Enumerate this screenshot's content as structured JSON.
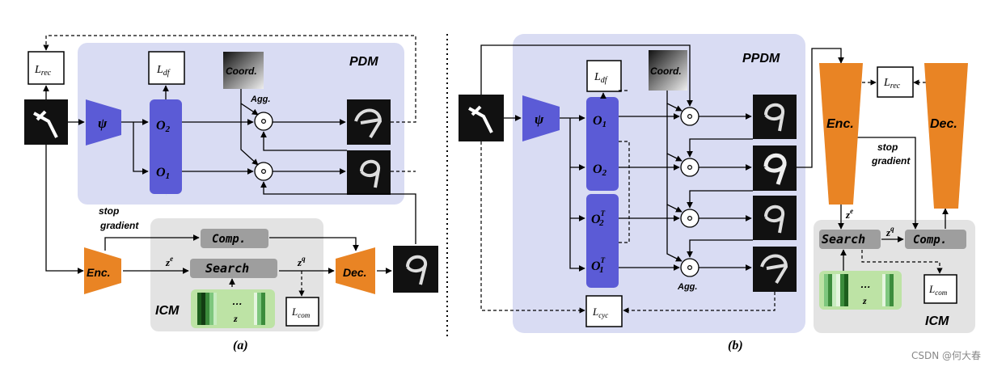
{
  "panel_a": {
    "module_title": "PDM",
    "caption": "(a)",
    "losses": {
      "rec": "L",
      "rec_sub": "rec",
      "df": "L",
      "df_sub": "df",
      "com": "L",
      "com_sub": "com"
    },
    "coord": "Coord.",
    "agg": "Agg.",
    "psi": "ψ",
    "o2": "O",
    "o2_sub": "2",
    "o1": "O",
    "o1_sub": "1",
    "stop_gradient_1": "stop",
    "stop_gradient_2": "gradient",
    "comp": "Comp.",
    "search": "Search",
    "enc": "Enc.",
    "dec": "Dec.",
    "ze": "z",
    "ze_sup": "e",
    "zq": "z",
    "zq_sup": "q",
    "icm": "ICM",
    "codebook_dots": "…",
    "codebook_z": "z"
  },
  "panel_b": {
    "module_title": "PPDM",
    "caption": "(b)",
    "losses": {
      "df": "L",
      "df_sub": "df",
      "rec": "L",
      "rec_sub": "rec",
      "com": "L",
      "com_sub": "com",
      "cyc": "L",
      "cyc_sub": "cyc"
    },
    "coord": "Coord.",
    "agg": "Agg.",
    "psi": "ψ",
    "o1": "O",
    "o1_sub": "1",
    "o2": "O",
    "o2_sub": "2",
    "o2t": "O",
    "o2t_sub": "2",
    "o2t_sup": "T",
    "o1t": "O",
    "o1t_sub": "1",
    "o1t_sup": "T",
    "enc": "Enc.",
    "dec": "Dec.",
    "stop_gradient_1": "stop",
    "stop_gradient_2": "gradient",
    "search": "Search",
    "comp": "Comp.",
    "ze": "z",
    "ze_sup": "e",
    "zq": "z",
    "zq_sup": "q",
    "icm": "ICM",
    "codebook_dots": "…",
    "codebook_z": "z"
  },
  "watermark": "CSDN @何大春",
  "colors": {
    "pdm_bg": "#d9dcf3",
    "icm_bg": "#e3e3e3",
    "blue_block": "#5b5bd6",
    "orange": "#e98424",
    "gray_box": "#9e9e9e",
    "green": "#bde3a5"
  }
}
